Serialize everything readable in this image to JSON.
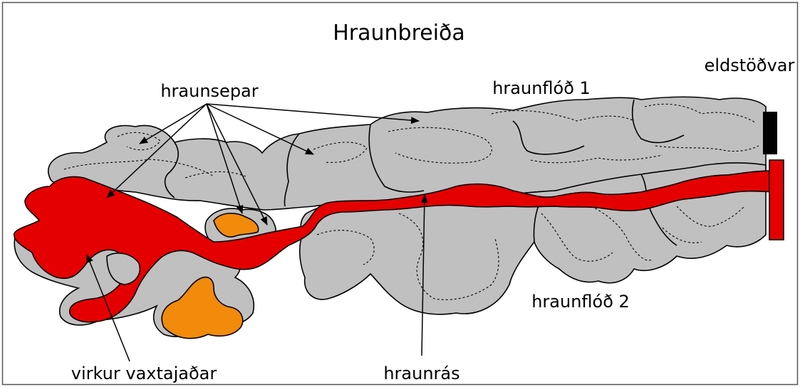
{
  "title": "Hraunbreiða",
  "labels": {
    "vents": "eldstöðvar",
    "lobes": "hraunsepar",
    "flow1": "hraunflóð 1",
    "flow2": "hraunflóð 2",
    "active_front": "virkur vaxtajaðar",
    "channel": "hraunrás"
  },
  "colors": {
    "old_flow_fill": "#c0c0c0",
    "active_lava": "#e50000",
    "cooling_lava": "#f28a0c",
    "vent": "#000000",
    "outline": "#000000",
    "frame": "#555555"
  }
}
